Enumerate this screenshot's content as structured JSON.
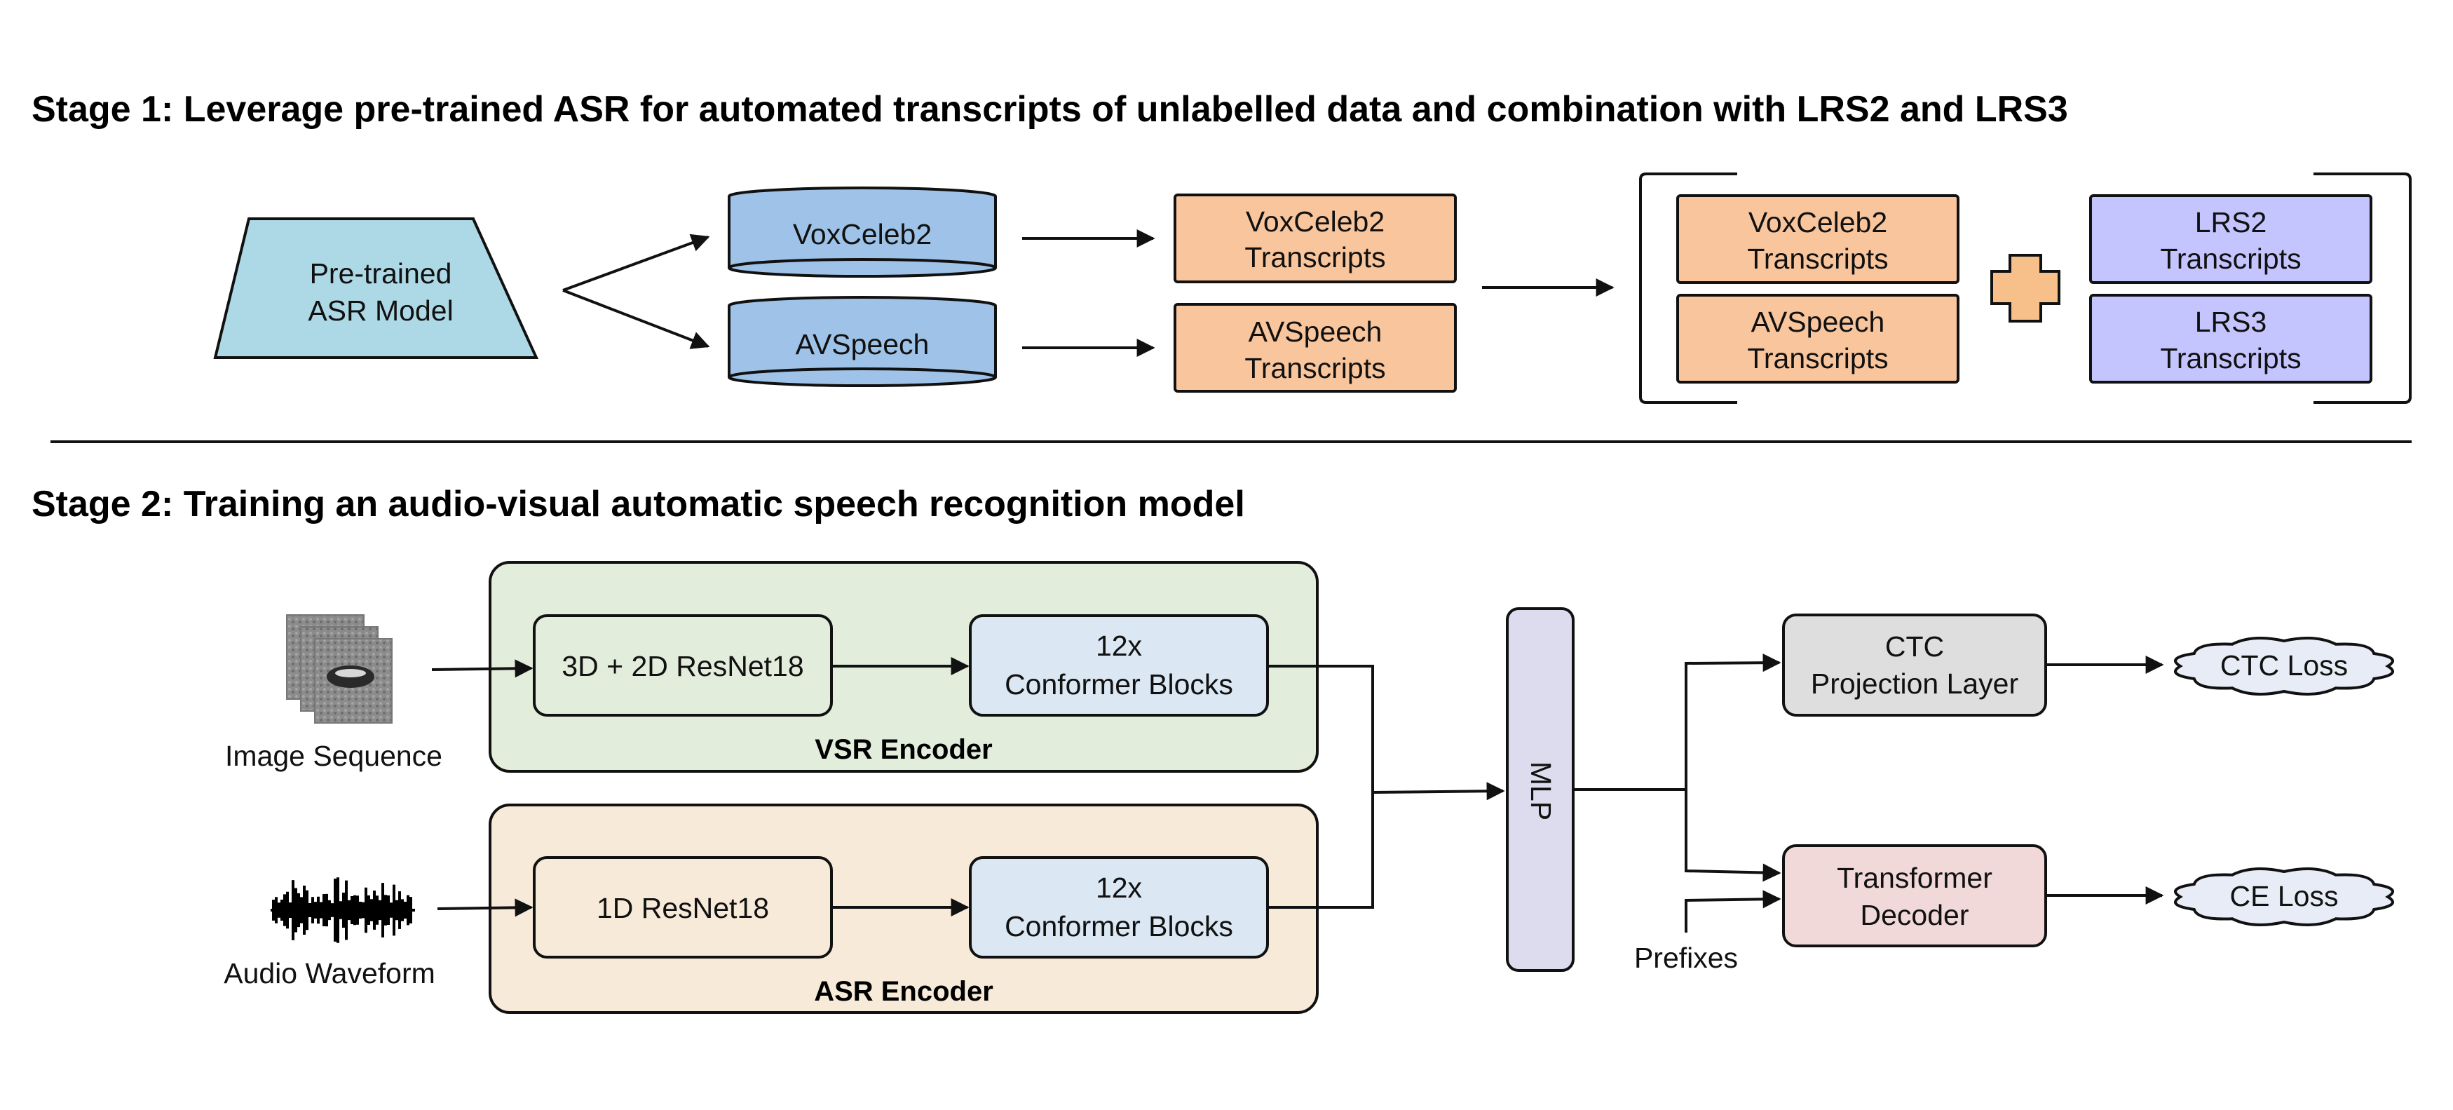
{
  "stage1": {
    "title": "Stage 1: Leverage pre-trained ASR for automated transcripts of unlabelled data and combination with LRS2 and LRS3",
    "asr_model": [
      "Pre-trained",
      "ASR Model"
    ],
    "datasets": [
      "VoxCeleb2",
      "AVSpeech"
    ],
    "transcripts": [
      [
        "VoxCeleb2",
        "Transcripts"
      ],
      [
        "AVSpeech",
        "Transcripts"
      ]
    ],
    "combined_left": [
      [
        "VoxCeleb2",
        "Transcripts"
      ],
      [
        "AVSpeech",
        "Transcripts"
      ]
    ],
    "combined_right": [
      [
        "LRS2",
        "Transcripts"
      ],
      [
        "LRS3",
        "Transcripts"
      ]
    ]
  },
  "stage2": {
    "title": "Stage 2: Training an audio-visual automatic speech recognition model",
    "image_input_label": "Image Sequence",
    "audio_input_label": "Audio Waveform",
    "vsr_encoder": {
      "label": "VSR Encoder",
      "frontend": "3D + 2D ResNet18",
      "backend": [
        "12x",
        "Conformer Blocks"
      ]
    },
    "asr_encoder": {
      "label": "ASR Encoder",
      "frontend": "1D ResNet18",
      "backend": [
        "12x",
        "Conformer Blocks"
      ]
    },
    "mlp": "MLP",
    "ctc_layer": [
      "CTC",
      "Projection Layer"
    ],
    "decoder": [
      "Transformer",
      "Decoder"
    ],
    "prefixes": "Prefixes",
    "ctc_loss": "CTC Loss",
    "ce_loss": "CE Loss"
  },
  "colors": {
    "asr_model": "#add8e6",
    "dataset": "#9fc3e8",
    "transcript_orange": "#f9c59c",
    "transcript_purple": "#c4c4ff",
    "plus": "#f7c08a",
    "vsr_panel": "#e2eddc",
    "asr_panel": "#f7ead8",
    "frontend_box": "#e2eddc",
    "asr_frontend_box": "#f7ead8",
    "conformer": "#dbe7f3",
    "mlp": "#dddbee",
    "ctc_layer": "#dedede",
    "decoder": "#f2d9d9",
    "cloud": "#e8ecf6"
  }
}
